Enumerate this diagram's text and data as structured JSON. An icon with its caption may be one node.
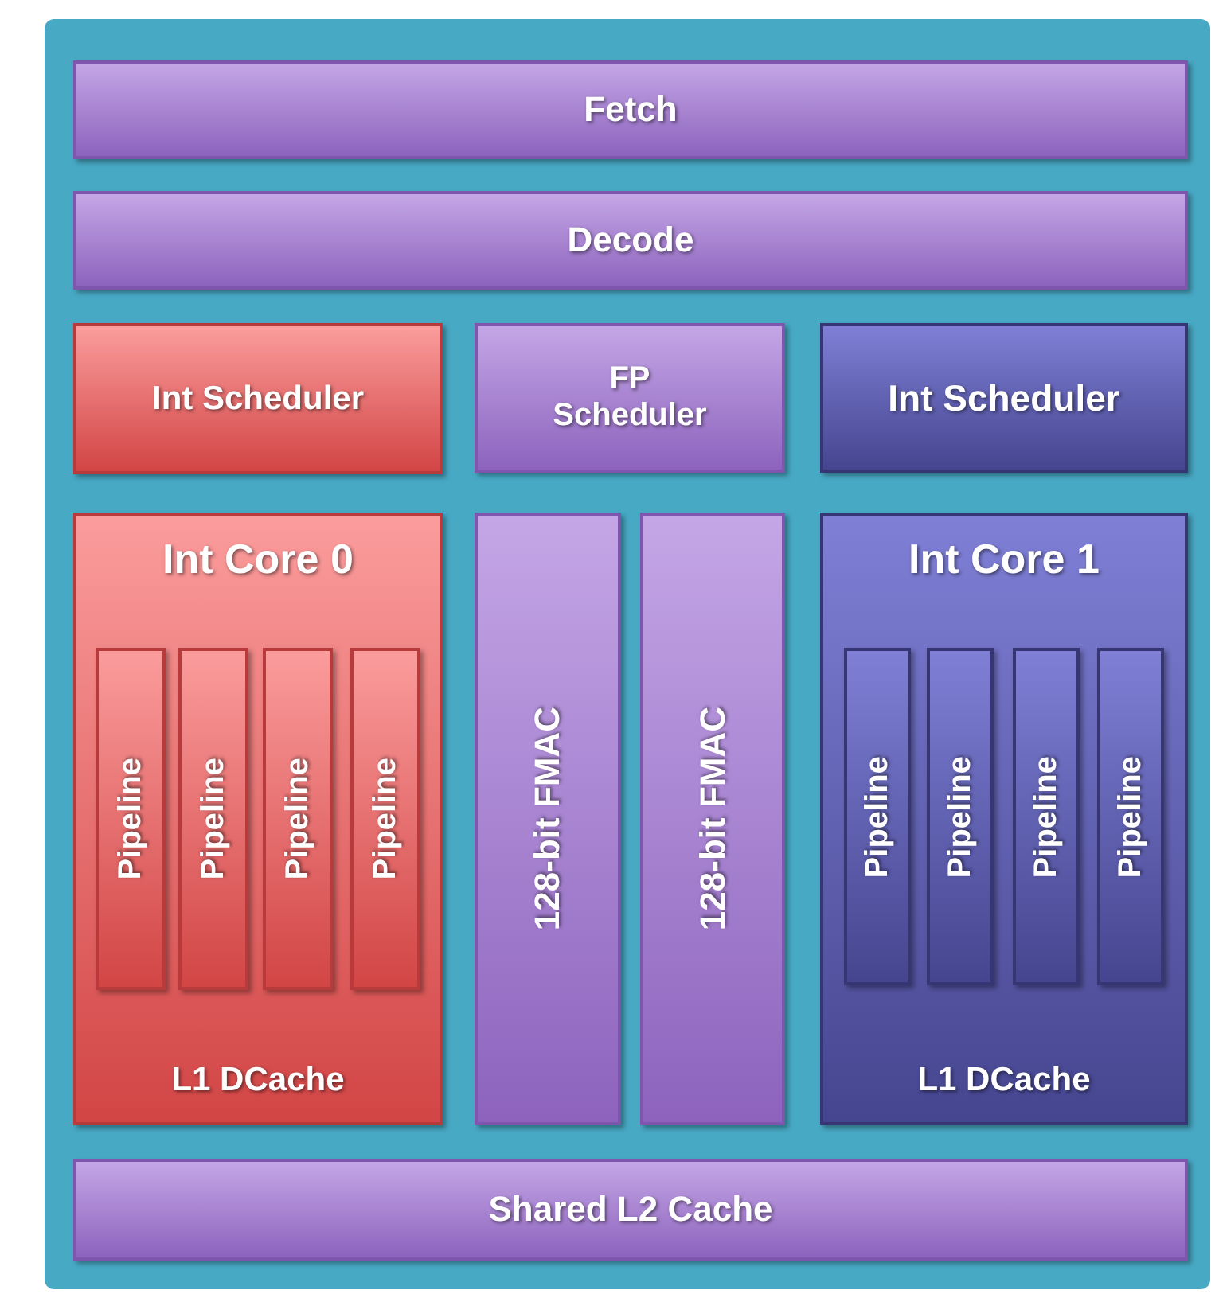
{
  "diagram": {
    "nodes": [
      {
        "text": [
          "Fetch"
        ]
      },
      {
        "text": [
          "Decode"
        ]
      },
      {
        "text": [
          "Int Scheduler"
        ]
      },
      {
        "text": [
          "FP Scheduler"
        ]
      },
      {
        "text": [
          "Int Scheduler"
        ]
      },
      {
        "text": [
          "Int Core 0",
          "L1 DCache"
        ]
      },
      {
        "text": [
          "Pipeline"
        ],
        "in": 5
      },
      {
        "text": [
          "Pipeline"
        ],
        "in": 5
      },
      {
        "text": [
          "Pipeline"
        ],
        "in": 5
      },
      {
        "text": [
          "Pipeline"
        ],
        "in": 5
      },
      {
        "text": [
          "128-bit FMAC"
        ]
      },
      {
        "text": [
          "128-bit FMAC"
        ]
      },
      {
        "text": [
          "Int Core 1",
          "L1 DCache"
        ]
      },
      {
        "text": [
          "Pipeline"
        ],
        "in": 12
      },
      {
        "text": [
          "Pipeline"
        ],
        "in": 12
      },
      {
        "text": [
          "Pipeline"
        ],
        "in": 12
      },
      {
        "text": [
          "Pipeline"
        ],
        "in": 12
      },
      {
        "text": [
          "Shared L2 Cache"
        ]
      }
    ]
  }
}
